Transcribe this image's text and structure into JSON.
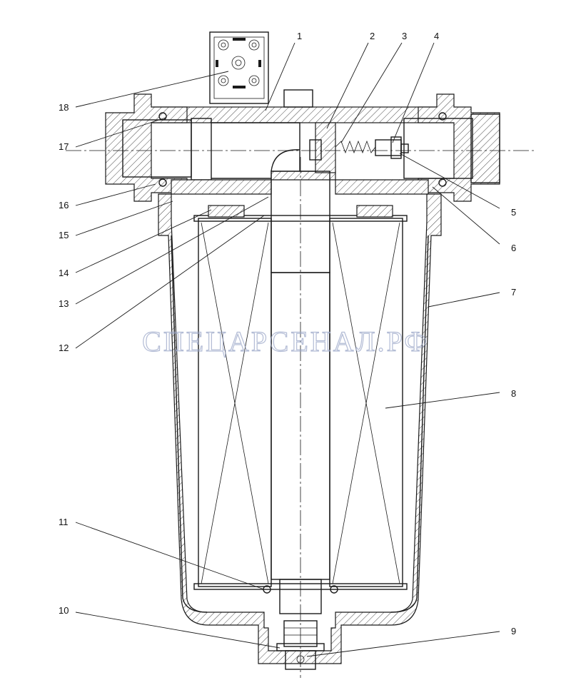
{
  "watermark": "СПЕЦАРСЕНАЛ.РФ",
  "callouts": [
    {
      "id": "1",
      "label": "1"
    },
    {
      "id": "2",
      "label": "2"
    },
    {
      "id": "3",
      "label": "3"
    },
    {
      "id": "4",
      "label": "4"
    },
    {
      "id": "5",
      "label": "5"
    },
    {
      "id": "6",
      "label": "6"
    },
    {
      "id": "7",
      "label": "7"
    },
    {
      "id": "8",
      "label": "8"
    },
    {
      "id": "9",
      "label": "9"
    },
    {
      "id": "10",
      "label": "10"
    },
    {
      "id": "11",
      "label": "11"
    },
    {
      "id": "12",
      "label": "12"
    },
    {
      "id": "13",
      "label": "13"
    },
    {
      "id": "14",
      "label": "14"
    },
    {
      "id": "15",
      "label": "15"
    },
    {
      "id": "16",
      "label": "16"
    },
    {
      "id": "17",
      "label": "17"
    },
    {
      "id": "18",
      "label": "18"
    }
  ],
  "colors": {
    "line": "#1a1a1a",
    "watermark": "#9aa6c8",
    "background": "#ffffff"
  }
}
